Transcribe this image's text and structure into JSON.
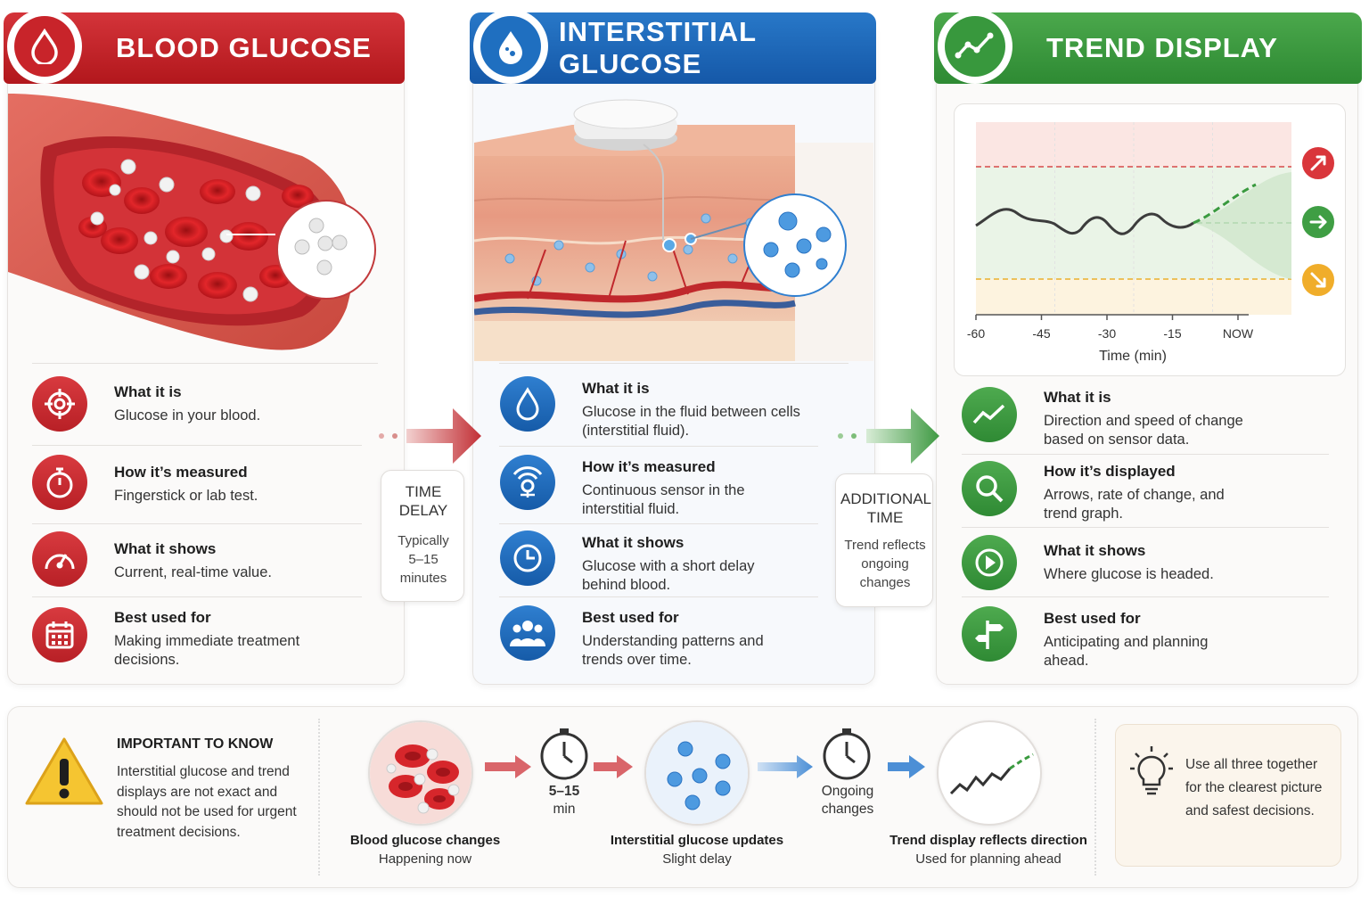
{
  "columns": {
    "blood": {
      "title": "BLOOD GLUCOSE",
      "rows": [
        {
          "heading": "What it is",
          "desc": "Glucose in your blood."
        },
        {
          "heading": "How it’s measured",
          "desc": "Fingerstick or lab test."
        },
        {
          "heading": "What it shows",
          "desc": "Current, real-time value."
        },
        {
          "heading": "Best used for",
          "desc": "Making immediate treatment decisions."
        }
      ]
    },
    "interstitial": {
      "title": "INTERSTITIAL GLUCOSE",
      "rows": [
        {
          "heading": "What it is",
          "desc": "Glucose in the fluid between cells (interstitial fluid)."
        },
        {
          "heading": "How it’s measured",
          "desc": "Continuous sensor in the interstitial fluid."
        },
        {
          "heading": "What it shows",
          "desc": "Glucose with a short delay behind blood."
        },
        {
          "heading": "Best used for",
          "desc": "Understanding patterns and trends over time."
        }
      ]
    },
    "trend": {
      "title": "TREND DISPLAY",
      "rows": [
        {
          "heading": "What it is",
          "desc": "Direction and speed of change based on sensor data."
        },
        {
          "heading": "How it’s displayed",
          "desc": "Arrows, rate of change, and trend graph."
        },
        {
          "heading": "What it shows",
          "desc": "Where glucose is headed."
        },
        {
          "heading": "Best used for",
          "desc": "Anticipating and planning ahead."
        }
      ]
    }
  },
  "connectors": {
    "time_delay": {
      "title": "TIME DELAY",
      "body": "Typically 5–15 minutes"
    },
    "additional_time": {
      "title": "ADDITIONAL TIME",
      "body": "Trend reflects ongoing changes"
    }
  },
  "chart_data": {
    "type": "line",
    "xlabel": "Time (min)",
    "x_ticks": [
      "-60",
      "-45",
      "-30",
      "-15",
      "NOW"
    ],
    "xlim": [
      -60,
      0
    ],
    "trend_arrows": [
      "rising",
      "steady",
      "falling"
    ]
  },
  "bottom": {
    "important": {
      "heading": "IMPORTANT TO KNOW",
      "body": "Interstitial glucose and trend displays are not exact and should not be used for urgent treatment decisions."
    },
    "steps": [
      {
        "title": "Blood glucose changes",
        "sub": "Happening now"
      },
      {
        "title": "Interstitial glucose updates",
        "sub": "Slight delay"
      },
      {
        "title": "Trend display reflects direction",
        "sub": "Used for planning ahead"
      }
    ],
    "timers": [
      {
        "value": "5–15",
        "unit": "min"
      },
      {
        "value": "Ongoing",
        "unit": "changes"
      }
    ],
    "tip": "Use all three together for the clearest picture and safest decisions."
  },
  "colors": {
    "red": "#c8242a",
    "blue": "#1f6fc0",
    "green": "#38983d",
    "warning": "#f2c12e"
  }
}
